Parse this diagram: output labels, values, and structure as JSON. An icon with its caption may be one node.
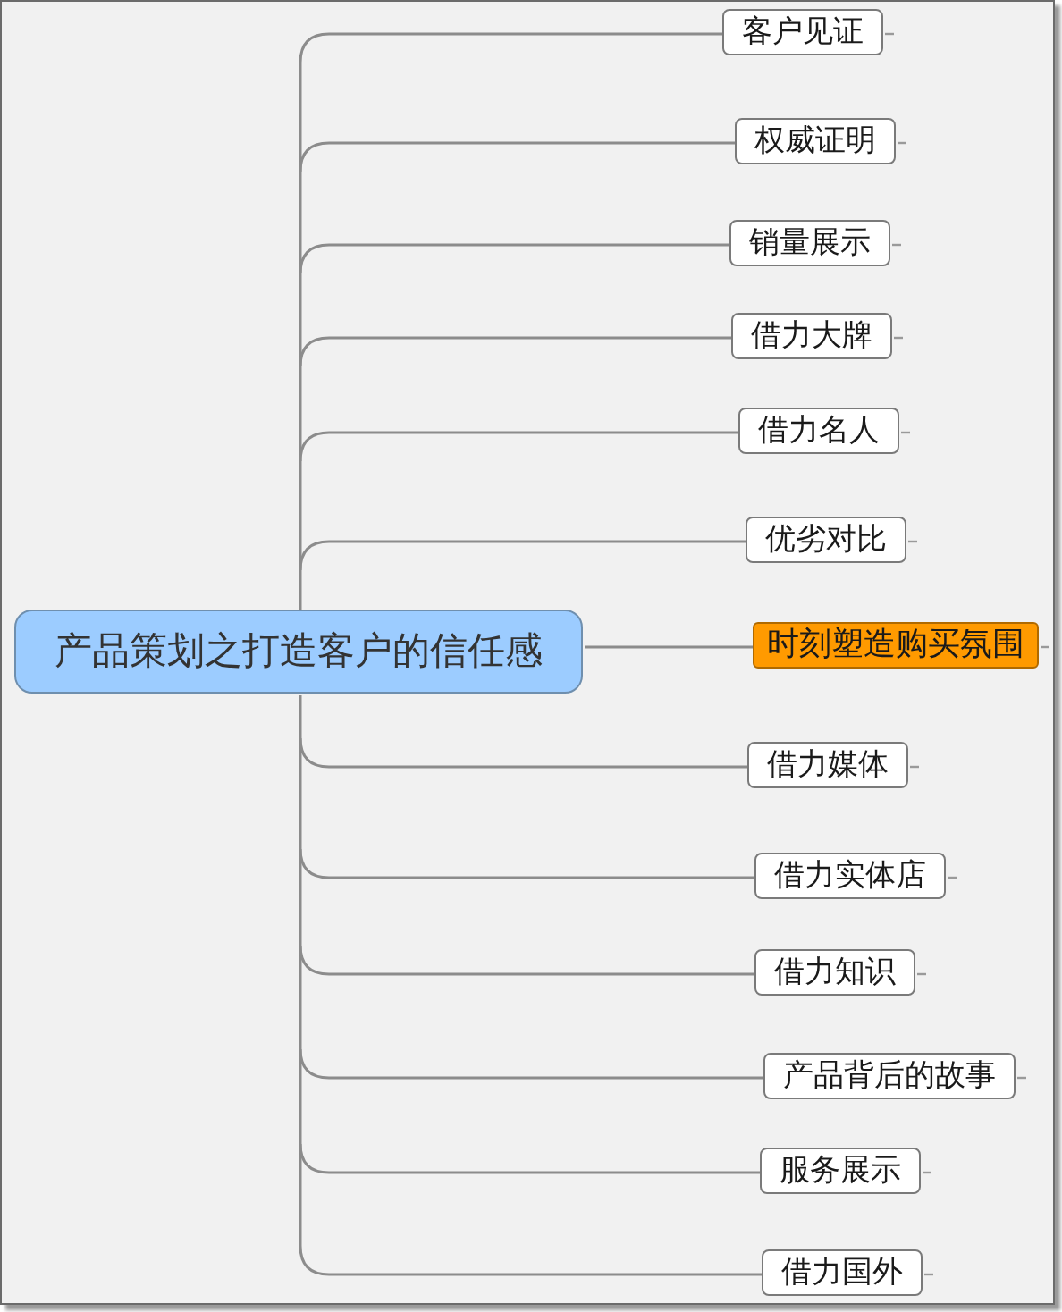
{
  "diagram": {
    "nodes": [
      {
        "text": [
          "产品策划之打造客户的信任感"
        ]
      },
      {
        "text": [
          "客户见证"
        ]
      },
      {
        "text": [
          "权威证明"
        ]
      },
      {
        "text": [
          "销量展示"
        ]
      },
      {
        "text": [
          "借力大牌"
        ]
      },
      {
        "text": [
          "借力名人"
        ]
      },
      {
        "text": [
          "优劣对比"
        ]
      },
      {
        "text": [
          "时刻塑造购买氛围"
        ]
      },
      {
        "text": [
          "借力媒体"
        ]
      },
      {
        "text": [
          "借力实体店"
        ]
      },
      {
        "text": [
          "借力知识"
        ]
      },
      {
        "text": [
          "产品背后的故事"
        ]
      },
      {
        "text": [
          "服务展示"
        ]
      },
      {
        "text": [
          "借力国外"
        ]
      }
    ],
    "edges": [
      {
        "from": 0,
        "to": 1,
        "arrow": "none"
      },
      {
        "from": 0,
        "to": 2,
        "arrow": "none"
      },
      {
        "from": 0,
        "to": 3,
        "arrow": "none"
      },
      {
        "from": 0,
        "to": 4,
        "arrow": "none"
      },
      {
        "from": 0,
        "to": 5,
        "arrow": "none"
      },
      {
        "from": 0,
        "to": 6,
        "arrow": "none"
      },
      {
        "from": 0,
        "to": 7,
        "arrow": "none"
      },
      {
        "from": 0,
        "to": 8,
        "arrow": "none"
      },
      {
        "from": 0,
        "to": 9,
        "arrow": "none"
      },
      {
        "from": 0,
        "to": 10,
        "arrow": "none"
      },
      {
        "from": 0,
        "to": 11,
        "arrow": "none"
      },
      {
        "from": 0,
        "to": 12,
        "arrow": "none"
      },
      {
        "from": 0,
        "to": 13,
        "arrow": "none"
      }
    ]
  }
}
